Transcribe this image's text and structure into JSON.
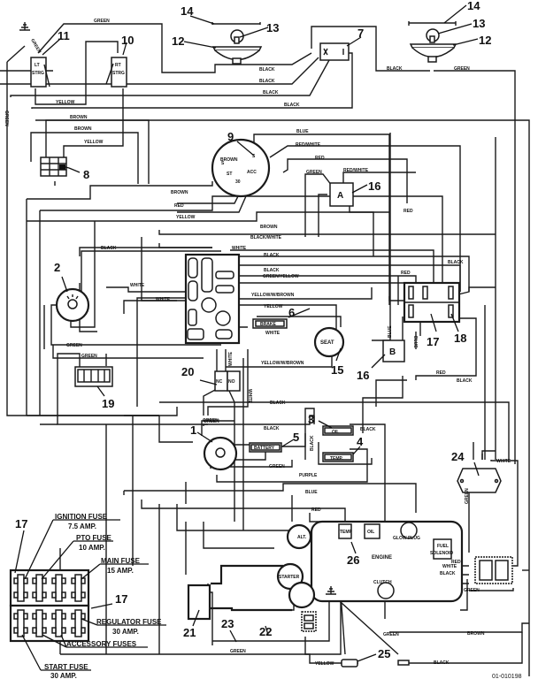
{
  "diagram": {
    "type": "wiring-schematic",
    "drawing_number": "01-010198",
    "callouts": {
      "c1": "1",
      "c2": "2",
      "c3": "3",
      "c4": "4",
      "c5": "5",
      "c6": "6",
      "c7": "7",
      "c8": "8",
      "c9": "9",
      "c10": "10",
      "c11": "11",
      "c12a": "12",
      "c12b": "12",
      "c13a": "13",
      "c13b": "13",
      "c14a": "14",
      "c14b": "14",
      "c15": "15",
      "c16a": "16",
      "c16b": "16",
      "c17a": "17",
      "c17b": "17",
      "c17c": "17",
      "c18": "18",
      "c19": "19",
      "c20": "20",
      "c21": "21",
      "c22": "22",
      "c23": "23",
      "c24": "24",
      "c25": "25",
      "c26": "26"
    },
    "components": {
      "lt_strg_1": "LT",
      "lt_strg_2": "STRG",
      "rt_strg_1": "RT",
      "rt_strg_2": "STRG",
      "seat": "SEAT",
      "relay_a": "A",
      "relay_b": "B",
      "nc": "NC",
      "no": "NO",
      "brake": "BRAKE",
      "battery": "BATTERY",
      "oil": "OIL",
      "temp": "TEMP.",
      "alt": "ALT.",
      "starter": "STARTER",
      "engine": "ENGINE",
      "engine_temp": "TEMP",
      "engine_oil": "OIL",
      "glow_plug": "GLOW PLUG",
      "fuel_solenoid_1": "FUEL",
      "fuel_solenoid_2": "SOLENOID",
      "clutch": "CLUTCH",
      "key_s": "S",
      "key_st": "ST",
      "key_acc": "ACC",
      "key_30": "30"
    },
    "wire_labels": {
      "green_top": "GREEN",
      "green_left": "GREEN",
      "green_ant": "GREEN",
      "yellow_strg": "YELLOW",
      "brown1": "BROWN",
      "brown2": "BROWN",
      "yellow8": "YELLOW",
      "black_h1": "BLACK",
      "black_h2": "BLACK",
      "black_h3": "BLACK",
      "black_h4": "BLACK",
      "black_r": "BLACK",
      "green_r": "GREEN",
      "blue9": "BLUE",
      "redwhite9": "RED/WHITE",
      "red9": "RED",
      "brown9": "BROWN",
      "green16": "GREEN",
      "redwhite16": "RED/WHITE",
      "brown_mid": "BROWN",
      "red_mid": "RED",
      "yellow_mid": "YELLOW",
      "brown_mid2": "BROWN",
      "blackwhite": "BLACK/WHITE",
      "red_r": "RED",
      "white1": "WHITE",
      "black_m1": "BLACK",
      "black_m2": "BLACK",
      "black_rr": "BLACK",
      "greenyellow": "GREEN/YELLOW",
      "black_2": "BLACK",
      "white_2": "WHITE",
      "white_3": "WHITE",
      "yellowbrown": "YELLOW/W/BROWN",
      "yellow6": "YELLOW",
      "white6": "WHITE",
      "red_17": "RED",
      "green_2": "GREEN",
      "green_19": "GREEN",
      "yellowbrown2": "YELLOW/W/BROWN",
      "white_20": "WHITE",
      "white_v": "WHITE",
      "blue_v": "BLUE",
      "blue_v2": "BLUE",
      "red_b": "RED",
      "black_b": "BLACK",
      "green_20": "GREEN",
      "black_c": "BLACK",
      "green_1": "GREEN",
      "black_1": "BLACK",
      "black_3": "BLACK",
      "black_34": "BLACK",
      "green_5": "GREEN",
      "purple": "PURPLE",
      "blue_e": "BLUE",
      "red_e": "RED",
      "white_24": "WHITE",
      "green_24": "GREEN",
      "red_fs": "RED",
      "white_fs": "WHITE",
      "black_fs": "BLACK",
      "green_gnd": "GREEN",
      "green_cl": "GREEN",
      "brown_bot": "BROWN",
      "green_bot": "GREEN",
      "yellow_bot": "YELLOW",
      "black_bot": "BLACK"
    },
    "fuse_legend": [
      {
        "name": "IGNITION FUSE",
        "rating": "7.5 AMP."
      },
      {
        "name": "PTO FUSE",
        "rating": "10 AMP."
      },
      {
        "name": "MAIN FUSE",
        "rating": "15 AMP."
      },
      {
        "name": "REGULATOR FUSE",
        "rating": "30 AMP."
      },
      {
        "name": "ACCESSORY FUSES",
        "rating": ""
      },
      {
        "name": "START FUSE",
        "rating": "30 AMP."
      }
    ]
  }
}
